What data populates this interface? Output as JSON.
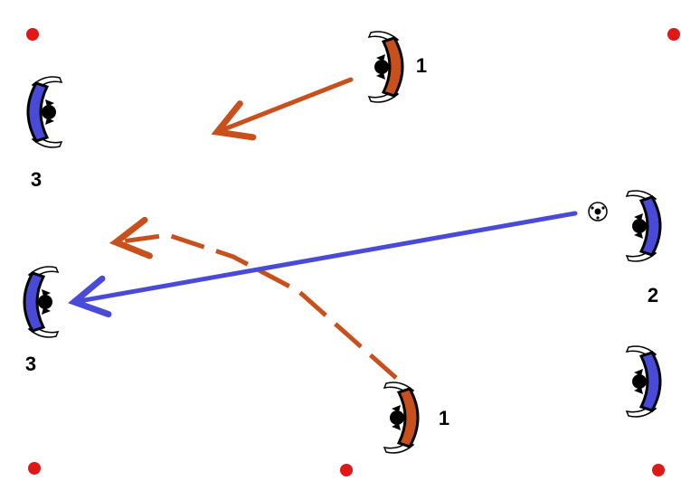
{
  "colors": {
    "background": "#ffffff",
    "cone": "#e01818",
    "team_orange": "#c8501c",
    "team_blue": "#4a4ad8",
    "pass_line": "#4a4ad8",
    "run_line": "#c8501c"
  },
  "icons": {
    "cone": "cone-marker-icon",
    "player": "player-icon",
    "ball": "soccer-ball-icon"
  },
  "players": [
    {
      "label": "1",
      "team": "orange",
      "facing": "left"
    },
    {
      "label": "",
      "team": "blue",
      "facing": "right"
    },
    {
      "label": "3",
      "team": "blue",
      "facing": "right"
    },
    {
      "label": "2",
      "team": "blue",
      "facing": "left"
    },
    {
      "label": "3",
      "team": "blue",
      "facing": "right"
    },
    {
      "label": "1",
      "team": "orange",
      "facing": "left"
    },
    {
      "label": "",
      "team": "blue",
      "facing": "left"
    }
  ]
}
